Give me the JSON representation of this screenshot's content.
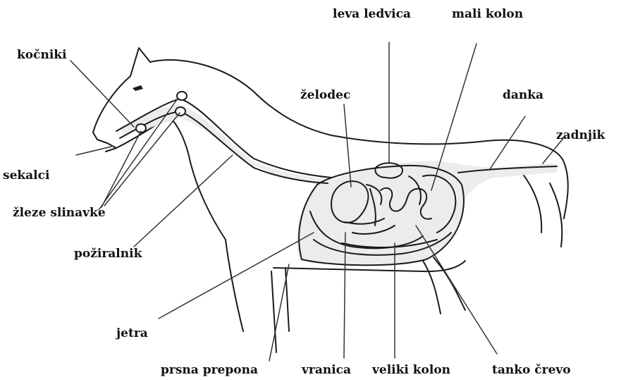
{
  "labels": {
    "kocniki": "kočniki",
    "sekalci": "sekalci",
    "zleze": "žleze slinavke",
    "poziralnik": "požiralnik",
    "jetra": "jetra",
    "prsna": "prsna prepona",
    "vranica": "vranica",
    "veliki_kolon": "veliki kolon",
    "tanko_crevo": "tanko črevo",
    "leva_ledvica": "leva ledvica",
    "mali_kolon": "mali kolon",
    "zelodec": "želodec",
    "danka": "danka",
    "zadnjik": "zadnjik"
  },
  "colors": {
    "outline": "#1a1a1a",
    "leader": "#333333",
    "tract_fill": "#ececec"
  }
}
